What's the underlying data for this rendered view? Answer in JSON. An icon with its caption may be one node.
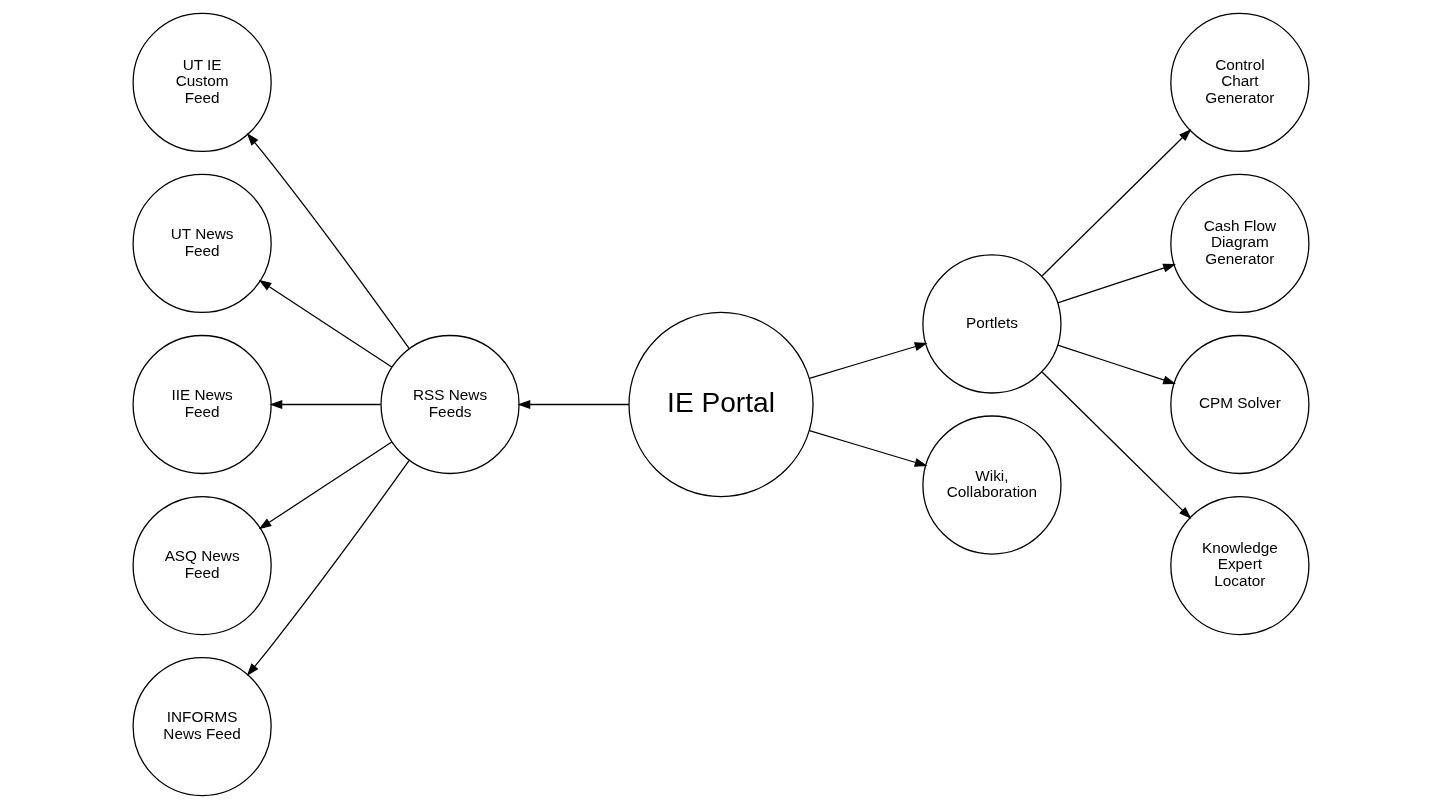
{
  "diagram": {
    "nodes": [
      {
        "text": [
          "IE Portal"
        ]
      },
      {
        "text": [
          "RSS News Feeds"
        ]
      },
      {
        "text": [
          "Portlets"
        ]
      },
      {
        "text": [
          "Wiki, Collaboration"
        ]
      },
      {
        "text": [
          "UT IE Custom Feed"
        ]
      },
      {
        "text": [
          "UT News Feed"
        ]
      },
      {
        "text": [
          "IIE News Feed"
        ]
      },
      {
        "text": [
          "ASQ News Feed"
        ]
      },
      {
        "text": [
          "INFORMS News Feed"
        ]
      },
      {
        "text": [
          "Control Chart Generator"
        ]
      },
      {
        "text": [
          "Cash Flow Diagram Generator"
        ]
      },
      {
        "text": [
          "CPM Solver"
        ]
      },
      {
        "text": [
          "Knowledge Expert Locator"
        ]
      }
    ],
    "edges": [
      {
        "from": 0,
        "to": 1,
        "arrow": "to"
      },
      {
        "from": 0,
        "to": 2,
        "arrow": "to"
      },
      {
        "from": 0,
        "to": 3,
        "arrow": "to"
      },
      {
        "from": 1,
        "to": 4,
        "arrow": "to"
      },
      {
        "from": 1,
        "to": 5,
        "arrow": "to"
      },
      {
        "from": 1,
        "to": 6,
        "arrow": "to"
      },
      {
        "from": 1,
        "to": 7,
        "arrow": "to"
      },
      {
        "from": 1,
        "to": 8,
        "arrow": "to"
      },
      {
        "from": 2,
        "to": 9,
        "arrow": "to"
      },
      {
        "from": 2,
        "to": 10,
        "arrow": "to"
      },
      {
        "from": 2,
        "to": 11,
        "arrow": "to"
      },
      {
        "from": 2,
        "to": 12,
        "arrow": "to"
      }
    ]
  }
}
